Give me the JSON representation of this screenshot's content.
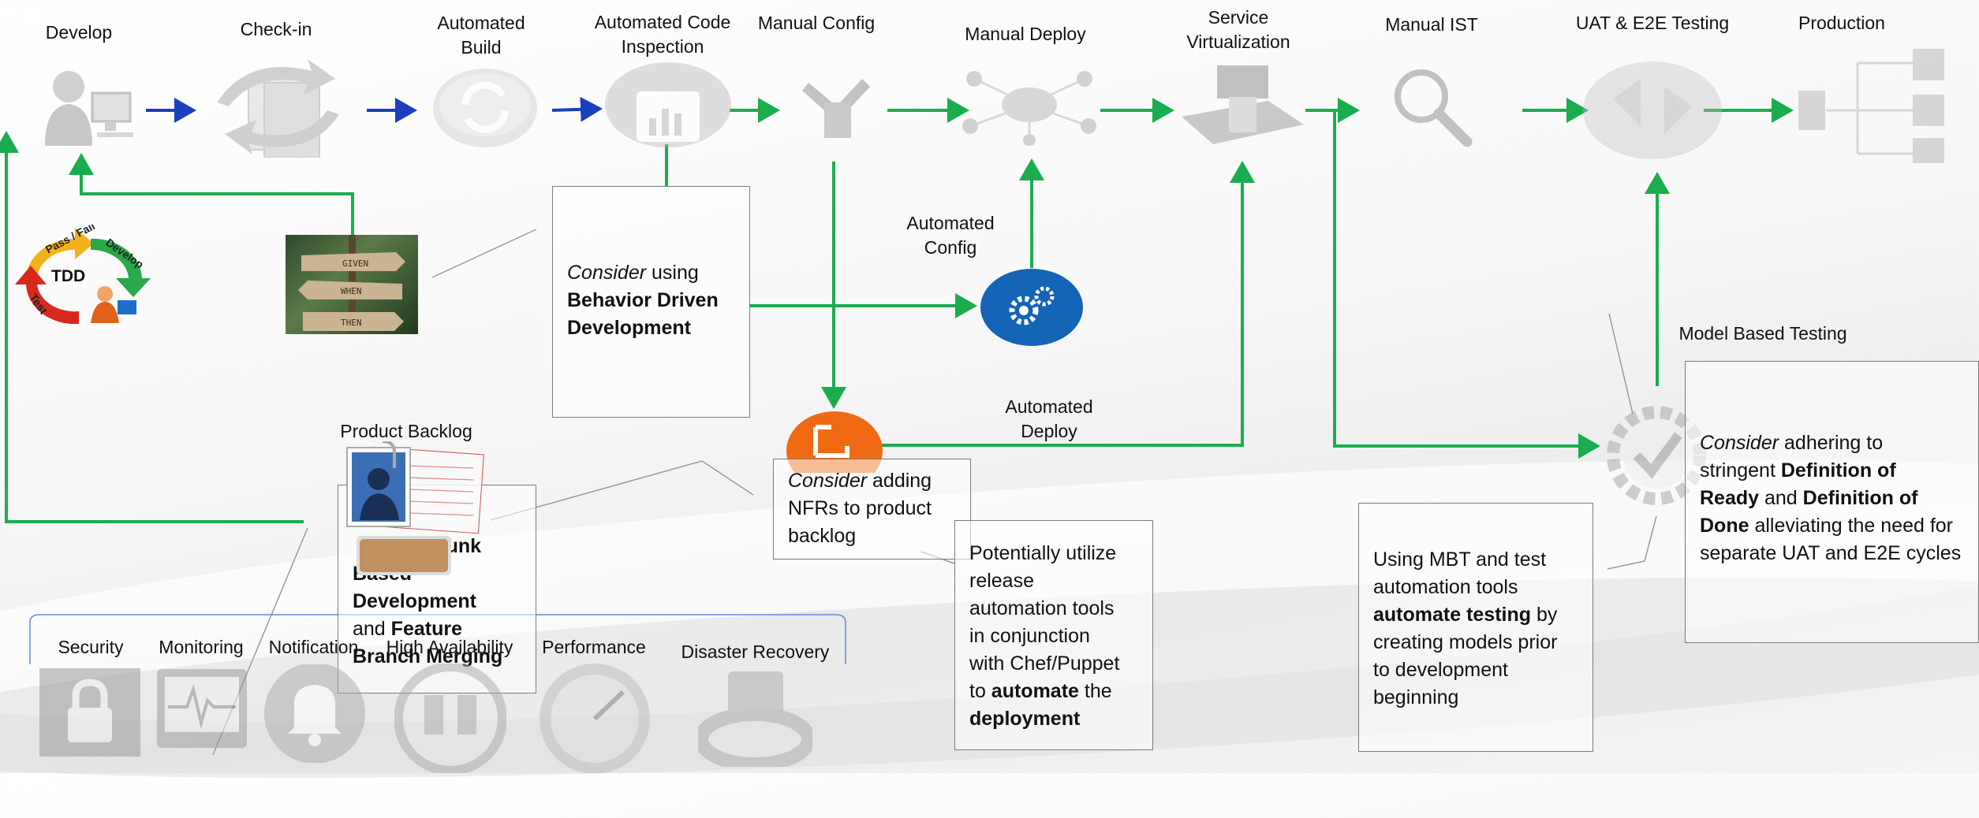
{
  "stages": {
    "develop": "Develop",
    "checkin": "Check-in",
    "automated_build": [
      "Automated",
      "Build"
    ],
    "automated_code_inspection": [
      "Automated Code",
      "Inspection"
    ],
    "manual_config": "Manual Config",
    "manual_deploy": "Manual Deploy",
    "service_virtualization": [
      "Service",
      "Virtualization"
    ],
    "manual_ist": "Manual IST",
    "uat_e2e": "UAT & E2E Testing",
    "production": "Production"
  },
  "mid_labels": {
    "automated_config": [
      "Automated",
      "Config"
    ],
    "automated_deploy": [
      "Automated",
      "Deploy"
    ],
    "model_based_testing": "Model Based Testing",
    "product_backlog": "Product Backlog",
    "tdd": "TDD",
    "tdd_ring": {
      "pass_fail": "Pass / Fail",
      "develop": "Develop",
      "test": "Test"
    },
    "signpost": [
      "GIVEN",
      "WHEN",
      "THEN"
    ]
  },
  "nfrs": {
    "security": "Security",
    "monitoring": "Monitoring",
    "notification": "Notification",
    "high_availability": "High Availability",
    "performance": "Performance",
    "disaster_recovery": "Disaster Recovery"
  },
  "callouts": {
    "bdd": {
      "consider": "Consider",
      "using": " using",
      "bold1": "Behavior Driven",
      "bold2": "Development"
    },
    "trunk": {
      "l1": "Trunk",
      "l2": "Based",
      "bold3": "Development",
      "and": "and ",
      "bold4": "Feature",
      "bold5": "Branch Merging"
    },
    "nfr": {
      "consider": "Consider",
      "rest1": " adding",
      "l2": "NFRs to product",
      "l3": "backlog"
    },
    "release": {
      "l1": "Potentially utilize",
      "l2": "release",
      "l3": "automation tools",
      "l4": "in conjunction",
      "l5": "with Chef/Puppet",
      "l6a": "to ",
      "l6b": "automate",
      "l6c": " the",
      "l7": "deployment"
    },
    "mbt": {
      "l1": "Using MBT and test",
      "l2": "automation tools",
      "l3a": "automate testing",
      "l3b": " by",
      "l4": "creating models prior",
      "l5": "to development",
      "l6": "beginning"
    },
    "dod": {
      "consider": "Consider",
      "l1b": " adhering to",
      "l2": "stringent ",
      "l2b": "Definition of",
      "l3a": "Ready",
      "l3b": " and ",
      "l3c": "Definition of",
      "l4a": "Done",
      "l4b": " alleviating the need for",
      "l5": "separate UAT and E2E cycles"
    }
  },
  "colors": {
    "green": "#1aad4e",
    "blue": "#1a3fbf",
    "orange": "#f06a14",
    "gear_blue": "#1565b6"
  }
}
